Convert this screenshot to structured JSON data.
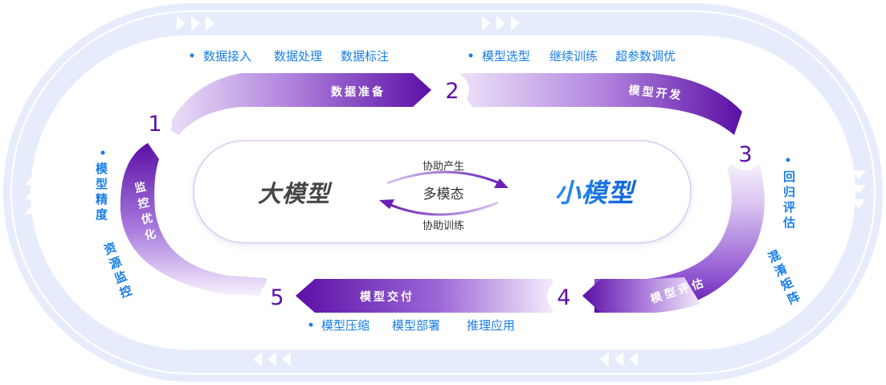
{
  "center": {
    "large_model": "大模型",
    "small_model": "小模型",
    "middle": "多模态",
    "top_caption": "协助产生",
    "bottom_caption": "协助训练"
  },
  "stages": [
    {
      "num": "1",
      "label": "监控优化",
      "details": [
        "模型精度",
        "资源监控"
      ]
    },
    {
      "num": "2",
      "label": "数据准备",
      "details": [
        "数据接入",
        "数据处理",
        "数据标注"
      ]
    },
    {
      "num": "3",
      "label": "模型开发",
      "details": [
        "模型选型",
        "继续训练",
        "超参数调优"
      ]
    },
    {
      "num": "4",
      "label": "模型评估",
      "details": [
        "回归评估",
        "混淆矩阵"
      ]
    },
    {
      "num": "5",
      "label": "模型交付",
      "details": [
        "模型压缩",
        "模型部署",
        "推理应用"
      ]
    }
  ],
  "colors": {
    "purple": "#5b0fa5",
    "purple_light": "#c9a6ec",
    "blue_text": "#1a7ee6",
    "track": "#e3e9fb",
    "gray_text": "#454545"
  }
}
